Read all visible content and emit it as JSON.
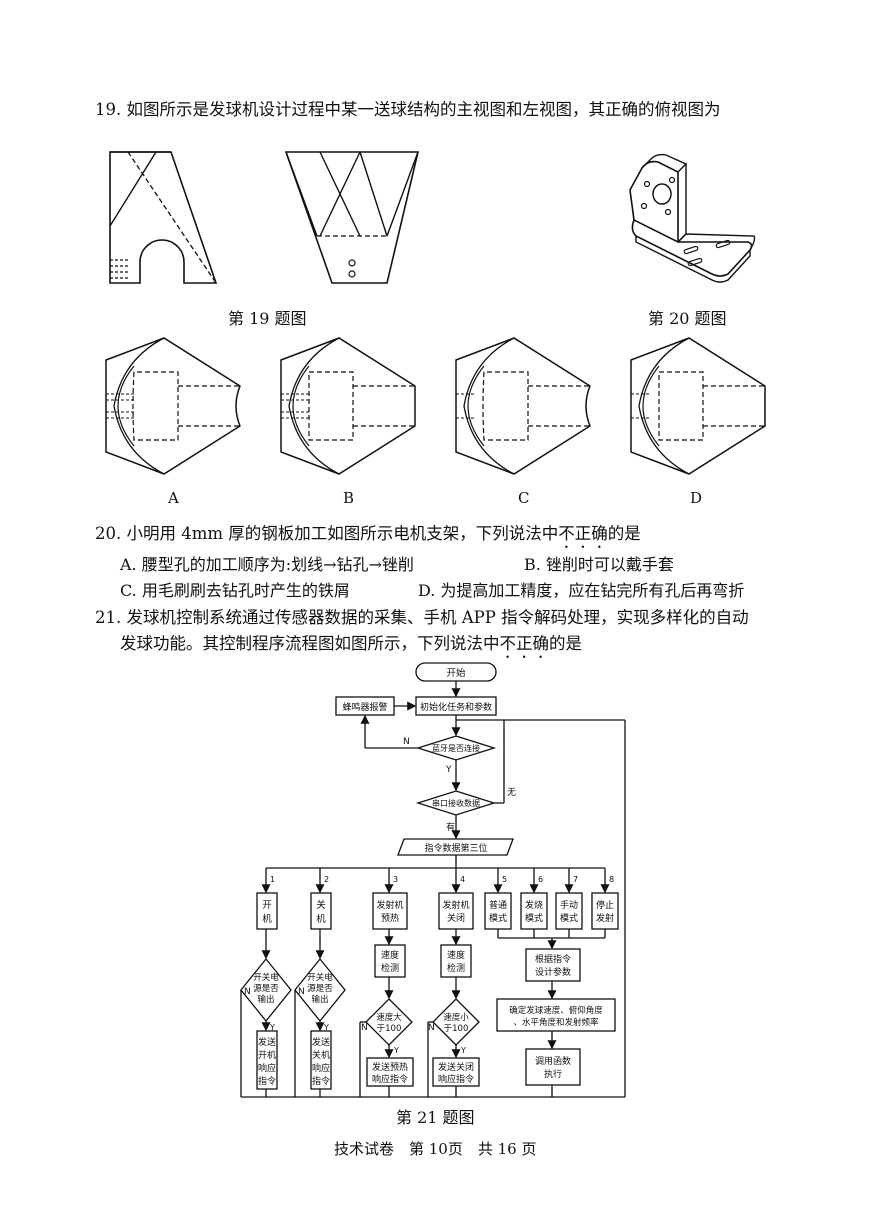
{
  "q19": {
    "text": "19. 如图所示是发球机设计过程中某一送球结构的主视图和左视图，其正确的俯视图为",
    "figure_caption": "第 19 题图",
    "options": [
      "A",
      "B",
      "C",
      "D"
    ]
  },
  "q20": {
    "figure_caption": "第 20 题图",
    "text_before": "20. 小明用 4mm 厚的钢板加工如图所示电机支架，下列说法中",
    "emph": "不正确",
    "text_after": "的是",
    "option_a": "A. 腰型孔的加工顺序为:划线→钻孔→锉削",
    "option_b": "B. 锉削时可以戴手套",
    "option_c": "C. 用毛刷刷去钻孔时产生的铁屑",
    "option_d": "D. 为提高加工精度，应在钻完所有孔后再弯折"
  },
  "q21": {
    "line1": "21. 发球机控制系统通过传感器数据的采集、手机 APP 指令解码处理，实现多样化的自动",
    "line2_before": "发球功能。其控制程序流程图如图所示，下列说法中",
    "emph": "不正确",
    "line2_after": "的是",
    "figure_caption": "第 21 题图"
  },
  "flowchart": {
    "start": "开始",
    "buzzer": "蜂鸣器报警",
    "init": "初始化任务和参数",
    "bluetooth": "蓝牙是否连接",
    "serial": "串口接收数据",
    "none": "无",
    "has": "有",
    "cmd": "指令数据第三位",
    "n": "N",
    "y": "Y",
    "branch_nums": [
      "1",
      "2",
      "3",
      "4",
      "5",
      "6",
      "7",
      "8"
    ],
    "on": [
      "开",
      "机"
    ],
    "off": [
      "关",
      "机"
    ],
    "preheat": [
      "发射机",
      "预热"
    ],
    "shutdown": [
      "发射机",
      "关闭"
    ],
    "normal": [
      "普通",
      "模式"
    ],
    "fast": [
      "发烧",
      "模式"
    ],
    "manual": [
      "手动",
      "模式"
    ],
    "stop": [
      "停止",
      "发射"
    ],
    "power_check": [
      "开关电",
      "源是否",
      "输出"
    ],
    "speed_detect": [
      "速度",
      "检测"
    ],
    "speed_gt": [
      "速度大",
      "于100"
    ],
    "speed_lt": [
      "速度小",
      "于100"
    ],
    "send_on": [
      "发送",
      "开机",
      "响应",
      "指令"
    ],
    "send_off": [
      "发送",
      "关机",
      "响应",
      "指令"
    ],
    "send_preheat": [
      "发送预热",
      "响应指令"
    ],
    "send_close": [
      "发送关闭",
      "响应指令"
    ],
    "set_params": [
      "根据指令",
      "设计参数"
    ],
    "determine": [
      "确定发球速度、俯仰角度",
      "、水平角度和发射频率"
    ],
    "call_func": [
      "调用函数",
      "执行"
    ]
  },
  "footer": "技术试卷　第 10页　共 16 页"
}
